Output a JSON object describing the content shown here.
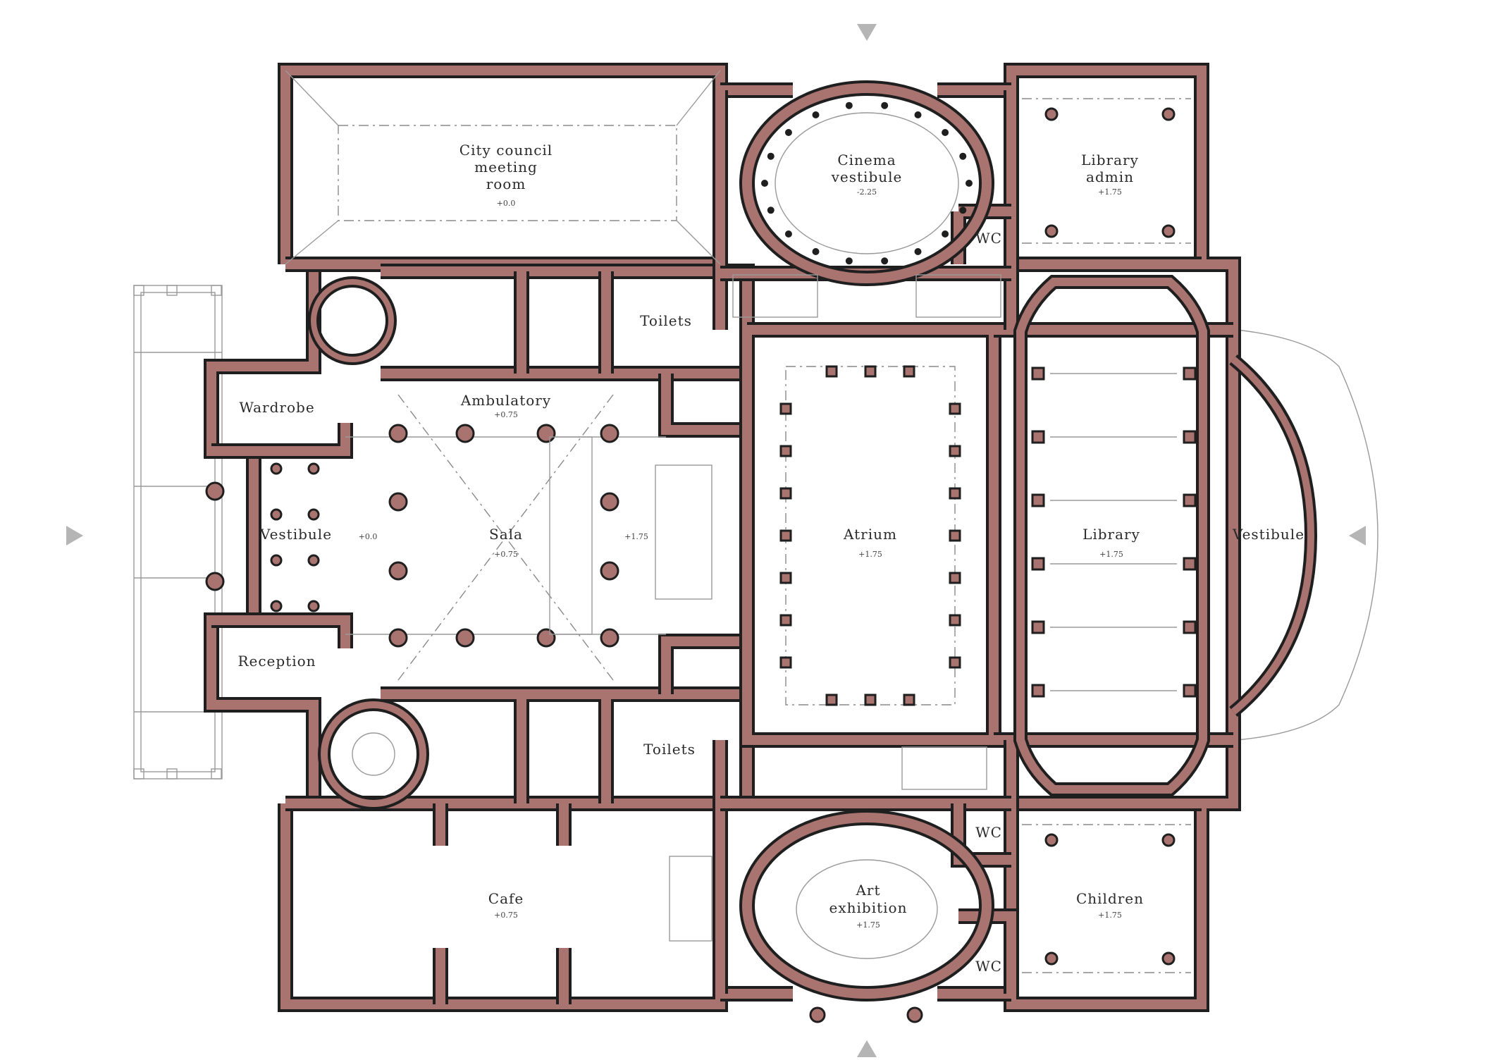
{
  "rooms": {
    "city_council": {
      "lines": [
        "City council",
        "meeting",
        "room"
      ],
      "level": "+0.0"
    },
    "cinema": {
      "lines": [
        "Cinema",
        "vestibule"
      ],
      "level": "-2.25"
    },
    "library_admin": {
      "lines": [
        "Library",
        "admin"
      ],
      "level": "+1.75"
    },
    "wc_top": {
      "lines": [
        "WC"
      ]
    },
    "toilets_top": {
      "lines": [
        "Toilets"
      ]
    },
    "wardrobe": {
      "lines": [
        "Wardrobe"
      ]
    },
    "ambulatory": {
      "lines": [
        "Ambulatory"
      ],
      "level": "+0.75"
    },
    "vestibule_west": {
      "lines": [
        "Vestibule"
      ],
      "level": "+0.0"
    },
    "sala": {
      "lines": [
        "Sala"
      ],
      "level": "+0.75"
    },
    "stair_level": {
      "level": "+1.75"
    },
    "atrium": {
      "lines": [
        "Atrium"
      ],
      "level": "+1.75"
    },
    "library": {
      "lines": [
        "Library"
      ],
      "level": "+1.75"
    },
    "vestibule_east": {
      "lines": [
        "Vestibule"
      ]
    },
    "reception": {
      "lines": [
        "Reception"
      ]
    },
    "toilets_bottom": {
      "lines": [
        "Toilets"
      ]
    },
    "wc_bottom_1": {
      "lines": [
        "WC"
      ]
    },
    "wc_bottom_2": {
      "lines": [
        "WC"
      ]
    },
    "cafe": {
      "lines": [
        "Cafe"
      ],
      "level": "+0.75"
    },
    "art_exhibition": {
      "lines": [
        "Art",
        "exhibition"
      ],
      "level": "+1.75"
    },
    "children": {
      "lines": [
        "Children"
      ],
      "level": "+1.75"
    }
  },
  "colors": {
    "wall": "#a9736f",
    "outline": "#1f1f1f",
    "arrow": "#b5b5b5"
  }
}
